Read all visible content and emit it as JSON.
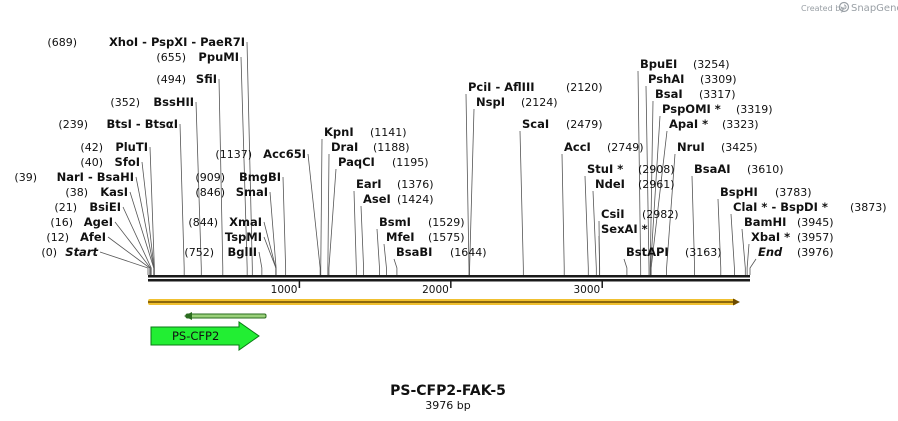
{
  "branding": {
    "created_by": "Created by",
    "app": "SnapGene"
  },
  "title": "PS-CFP2-FAK-5",
  "subtitle": "3976 bp",
  "sequence_length": 3976,
  "ticks": [
    {
      "pos": 1000,
      "label": "1000"
    },
    {
      "pos": 2000,
      "label": "2000"
    },
    {
      "pos": 3000,
      "label": "3000"
    }
  ],
  "feature_label": "PS-CFP2",
  "sites": [
    {
      "pos": 689,
      "pos_label": "(689)",
      "names": [
        "XhoI",
        "PspXI",
        "PaeR7I"
      ],
      "side": "left"
    },
    {
      "pos": 655,
      "pos_label": "(655)",
      "names": [
        "PpuMI"
      ],
      "side": "left"
    },
    {
      "pos": 494,
      "pos_label": "(494)",
      "names": [
        "SfiI"
      ],
      "side": "left"
    },
    {
      "pos": 352,
      "pos_label": "(352)",
      "names": [
        "BssHII"
      ],
      "side": "left"
    },
    {
      "pos": 239,
      "pos_label": "(239)",
      "names": [
        "BtsI",
        "BtsαI"
      ],
      "side": "left"
    },
    {
      "pos": 42,
      "pos_label": "(42)",
      "names": [
        "PluTI"
      ],
      "side": "left"
    },
    {
      "pos": 40,
      "pos_label": "(40)",
      "names": [
        "SfoI"
      ],
      "side": "left"
    },
    {
      "pos": 39,
      "pos_label": "(39)",
      "names": [
        "NarI",
        "BsaHI"
      ],
      "side": "left"
    },
    {
      "pos": 38,
      "pos_label": "(38)",
      "names": [
        "KasI"
      ],
      "side": "left"
    },
    {
      "pos": 21,
      "pos_label": "(21)",
      "names": [
        "BsiEI"
      ],
      "side": "left"
    },
    {
      "pos": 16,
      "pos_label": "(16)",
      "names": [
        "AgeI"
      ],
      "side": "left"
    },
    {
      "pos": 12,
      "pos_label": "(12)",
      "names": [
        "AfeI"
      ],
      "side": "left"
    },
    {
      "pos": 0,
      "pos_label": "(0)",
      "names": [
        "Start"
      ],
      "side": "left",
      "italic": true
    },
    {
      "pos": 1137,
      "pos_label": "(1137)",
      "names": [
        "Acc65I"
      ],
      "side": "left"
    },
    {
      "pos": 909,
      "pos_label": "(909)",
      "names": [
        "BmgBI"
      ],
      "side": "left"
    },
    {
      "pos": 846,
      "pos_label": "(846)",
      "names": [
        "SmaI"
      ],
      "side": "left"
    },
    {
      "pos": 844,
      "pos_label": "(844)",
      "names": [
        "XmaI"
      ],
      "side": "left"
    },
    {
      "pos": 845,
      "pos_label": "",
      "names": [
        "TspMI"
      ],
      "side": "left"
    },
    {
      "pos": 752,
      "pos_label": "(752)",
      "names": [
        "BglII"
      ],
      "side": "left"
    },
    {
      "pos": 1141,
      "pos_label": "(1141)",
      "names": [
        "KpnI"
      ],
      "side": "right"
    },
    {
      "pos": 1188,
      "pos_label": "(1188)",
      "names": [
        "DraI"
      ],
      "side": "right"
    },
    {
      "pos": 1195,
      "pos_label": "(1195)",
      "names": [
        "PaqCI"
      ],
      "side": "right"
    },
    {
      "pos": 1376,
      "pos_label": "(1376)",
      "names": [
        "EarI"
      ],
      "side": "right"
    },
    {
      "pos": 1424,
      "pos_label": "(1424)",
      "names": [
        "AseI"
      ],
      "side": "right"
    },
    {
      "pos": 1529,
      "pos_label": "(1529)",
      "names": [
        "BsmI"
      ],
      "side": "right"
    },
    {
      "pos": 1575,
      "pos_label": "(1575)",
      "names": [
        "MfeI"
      ],
      "side": "right"
    },
    {
      "pos": 1644,
      "pos_label": "(1644)",
      "names": [
        "BsaBI"
      ],
      "side": "right"
    },
    {
      "pos": 2120,
      "pos_label": "(2120)",
      "names": [
        "PciI",
        "AflIII"
      ],
      "side": "right"
    },
    {
      "pos": 2124,
      "pos_label": "(2124)",
      "names": [
        "NspI"
      ],
      "side": "right"
    },
    {
      "pos": 2479,
      "pos_label": "(2479)",
      "names": [
        "ScaI"
      ],
      "side": "right"
    },
    {
      "pos": 2749,
      "pos_label": "(2749)",
      "names": [
        "AccI"
      ],
      "side": "right"
    },
    {
      "pos": 2908,
      "pos_label": "(2908)",
      "names": [
        "StuI *"
      ],
      "side": "right"
    },
    {
      "pos": 2961,
      "pos_label": "(2961)",
      "names": [
        "NdeI"
      ],
      "side": "right"
    },
    {
      "pos": 2982,
      "pos_label": "(2982)",
      "names": [
        "CsiI"
      ],
      "side": "right"
    },
    {
      "pos": 2983,
      "pos_label": "",
      "names": [
        "SexAI *"
      ],
      "side": "right"
    },
    {
      "pos": 3163,
      "pos_label": "(3163)",
      "names": [
        "BstAPI"
      ],
      "side": "right"
    },
    {
      "pos": 3254,
      "pos_label": "(3254)",
      "names": [
        "BpuEI"
      ],
      "side": "right"
    },
    {
      "pos": 3309,
      "pos_label": "(3309)",
      "names": [
        "PshAI"
      ],
      "side": "right"
    },
    {
      "pos": 3317,
      "pos_label": "(3317)",
      "names": [
        "BsaI"
      ],
      "side": "right"
    },
    {
      "pos": 3319,
      "pos_label": "(3319)",
      "names": [
        "PspOMI *"
      ],
      "side": "right"
    },
    {
      "pos": 3323,
      "pos_label": "(3323)",
      "names": [
        "ApaI *"
      ],
      "side": "right"
    },
    {
      "pos": 3425,
      "pos_label": "(3425)",
      "names": [
        "NruI"
      ],
      "side": "right"
    },
    {
      "pos": 3610,
      "pos_label": "(3610)",
      "names": [
        "BsaAI"
      ],
      "side": "right"
    },
    {
      "pos": 3783,
      "pos_label": "(3783)",
      "names": [
        "BspHI"
      ],
      "side": "right"
    },
    {
      "pos": 3873,
      "pos_label": "(3873)",
      "names": [
        "ClaI *",
        "BspDI *"
      ],
      "side": "right"
    },
    {
      "pos": 3945,
      "pos_label": "(3945)",
      "names": [
        "BamHI"
      ],
      "side": "right"
    },
    {
      "pos": 3957,
      "pos_label": "(3957)",
      "names": [
        "XbaI *"
      ],
      "side": "right"
    },
    {
      "pos": 3976,
      "pos_label": "(3976)",
      "names": [
        "End"
      ],
      "side": "right",
      "italic": true
    }
  ],
  "colors": {
    "backbone": "#1a1a1a",
    "orf_fill": "#f0c030",
    "orf_stroke": "#6b4a00",
    "feature_fill": "#22ee33",
    "feature_stroke": "#0a7a14",
    "feature_line": "#2b6b1f"
  }
}
